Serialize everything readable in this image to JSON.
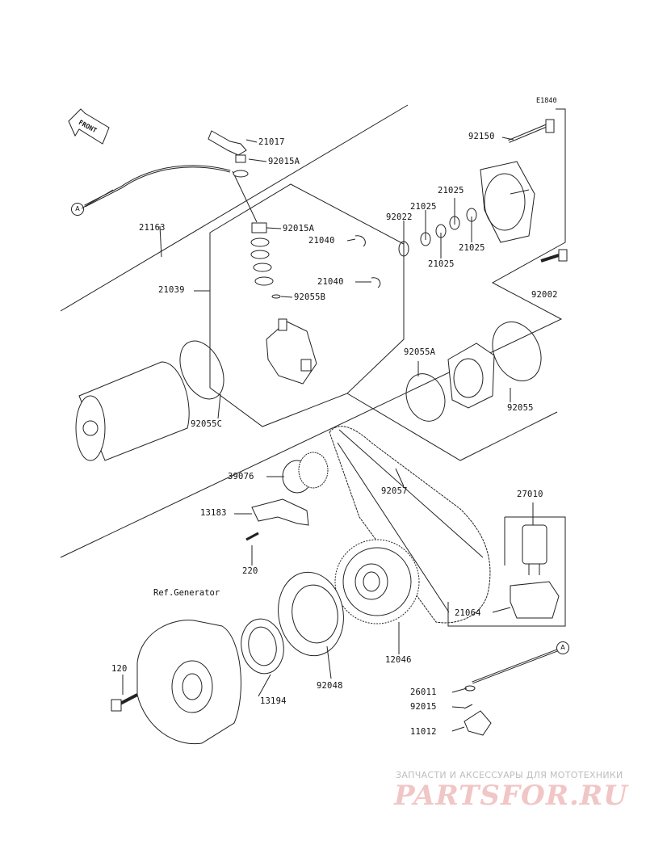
{
  "diagram": {
    "code": "E1840",
    "front_label": "FRONT",
    "reference_label": "Ref.Generator",
    "connector_marker": "A",
    "parts": [
      {
        "id": "21017"
      },
      {
        "id": "92015A"
      },
      {
        "id": "21163"
      },
      {
        "id": "92015A"
      },
      {
        "id": "21040"
      },
      {
        "id": "21040"
      },
      {
        "id": "21039"
      },
      {
        "id": "92055B"
      },
      {
        "id": "92022"
      },
      {
        "id": "21025"
      },
      {
        "id": "21025"
      },
      {
        "id": "21025"
      },
      {
        "id": "21025"
      },
      {
        "id": "92150"
      },
      {
        "id": "92002"
      },
      {
        "id": "92055A"
      },
      {
        "id": "92055"
      },
      {
        "id": "92055C"
      },
      {
        "id": "39076"
      },
      {
        "id": "92057"
      },
      {
        "id": "13183"
      },
      {
        "id": "220"
      },
      {
        "id": "27010"
      },
      {
        "id": "21064"
      },
      {
        "id": "12046"
      },
      {
        "id": "92048"
      },
      {
        "id": "13194"
      },
      {
        "id": "120"
      },
      {
        "id": "26011"
      },
      {
        "id": "92015"
      },
      {
        "id": "11012"
      }
    ]
  },
  "watermark": {
    "tagline": "ЗАПЧАСТИ И АКСЕССУАРЫ ДЛЯ МОТОТЕХНИКИ",
    "brand": "PARTSFOR.RU"
  }
}
